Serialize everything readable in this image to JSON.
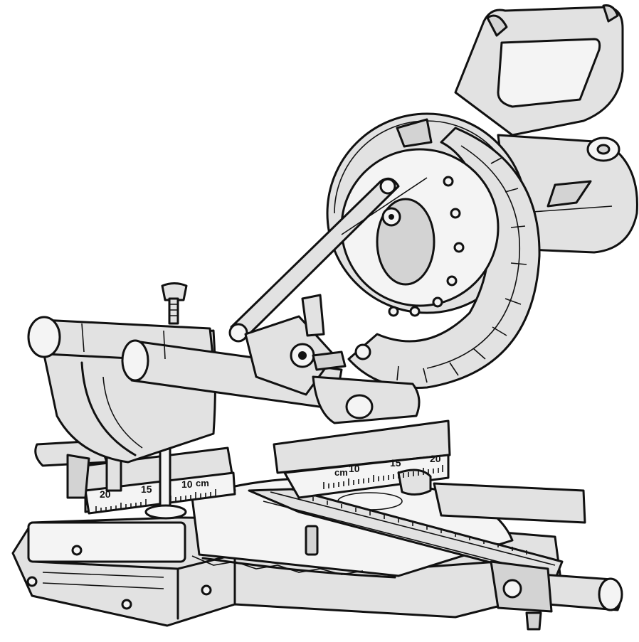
{
  "fence_right": {
    "unit": "cm",
    "numbers": [
      "10",
      "15",
      "20"
    ]
  },
  "fence_left": {
    "unit": "cm",
    "numbers": [
      "20",
      "15",
      "10"
    ]
  }
}
